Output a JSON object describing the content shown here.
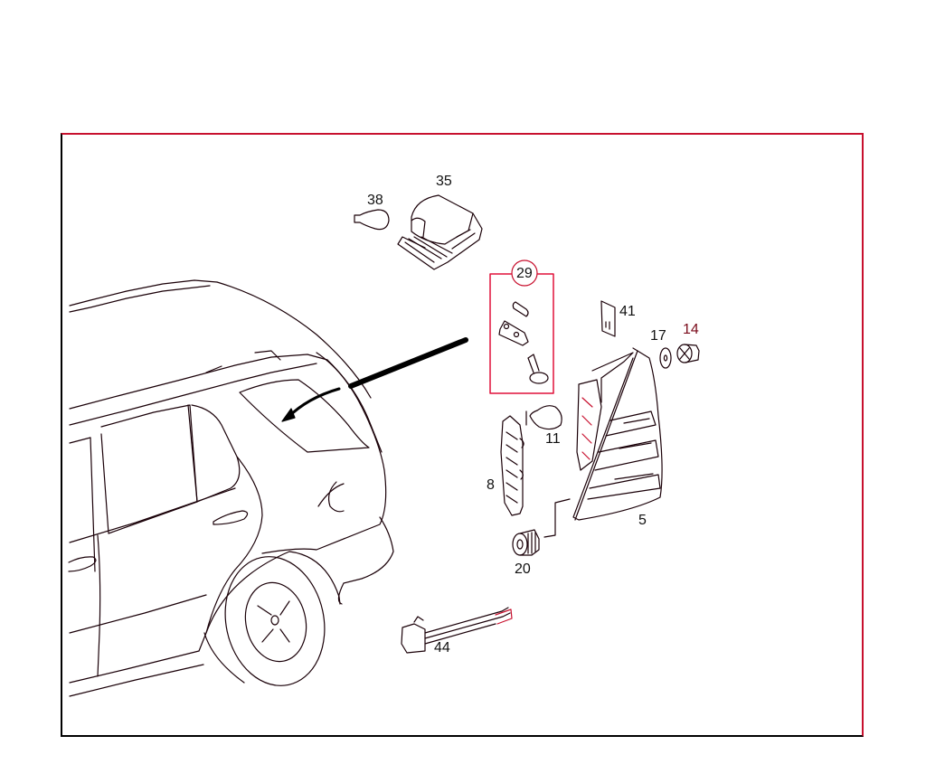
{
  "diagram": {
    "type": "exploded parts diagram",
    "subject": "rear tail lamp assembly, SUV rear quarter view",
    "colors": {
      "frame_top_right": "#c8102e",
      "frame_bottom_left": "#000000",
      "line_art": "#1a0008",
      "group_box": "#e0103a"
    },
    "callouts": [
      {
        "id": "38",
        "label": "38",
        "part": "bulb"
      },
      {
        "id": "35",
        "label": "35",
        "part": "bulb holder / socket"
      },
      {
        "id": "29",
        "label": "29",
        "part": "mounting hardware kit (pin, clip, screw)",
        "boxed": true
      },
      {
        "id": "41",
        "label": "41",
        "part": "spacer plate"
      },
      {
        "id": "17",
        "label": "17",
        "part": "washer"
      },
      {
        "id": "14",
        "label": "14",
        "part": "nut"
      },
      {
        "id": "11",
        "label": "11",
        "part": "bulb"
      },
      {
        "id": "8",
        "label": "8",
        "part": "bulb carrier"
      },
      {
        "id": "5",
        "label": "5",
        "part": "tail lamp housing"
      },
      {
        "id": "20",
        "label": "20",
        "part": "knurled nut"
      },
      {
        "id": "44",
        "label": "44",
        "part": "wiring harness connector"
      }
    ]
  }
}
